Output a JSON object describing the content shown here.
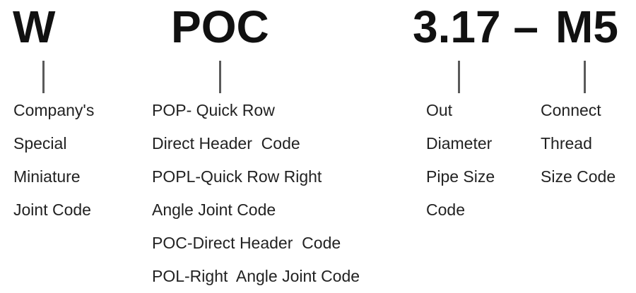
{
  "codes": {
    "company": "W",
    "joint_type": "POC",
    "pipe_size": "3.17 –",
    "thread": "M5"
  },
  "descriptions": {
    "company": [
      "Company's",
      "Special",
      "Miniature",
      "Joint Code"
    ],
    "joint_type": [
      "POP- Quick Row",
      "Direct Header  Code",
      "POPL-Quick Row Right",
      "Angle Joint Code",
      "POC-Direct Header  Code",
      "POL-Right  Angle Joint Code"
    ],
    "pipe_size": [
      "Out",
      "Diameter",
      "Pipe Size",
      "Code"
    ],
    "thread": [
      "Connect",
      "Thread",
      "Size Code"
    ]
  }
}
